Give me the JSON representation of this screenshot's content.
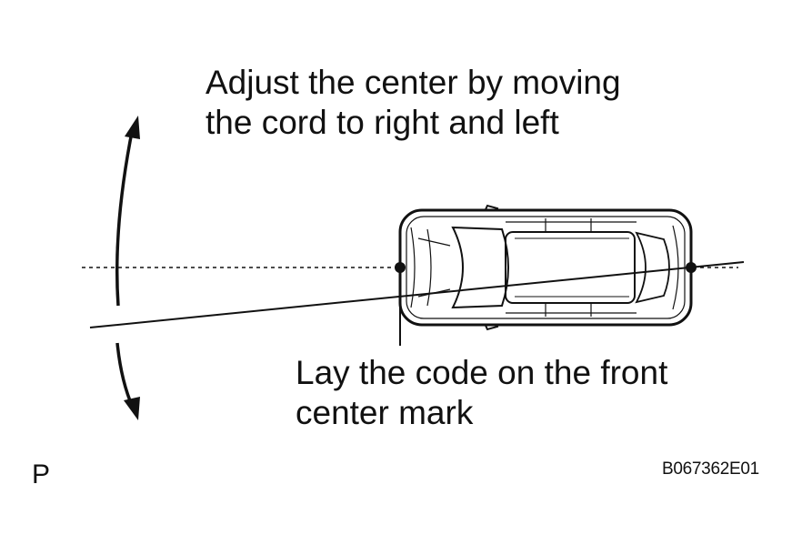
{
  "annotations": {
    "adjust_line1": "Adjust the center by moving",
    "adjust_line2": "the cord to right and left",
    "lay_line1": "Lay the code on the front",
    "lay_line2": "center mark"
  },
  "panel_letter": "P",
  "figure_code": "B067362E01",
  "icons": {
    "vehicle": "car-top-view-icon",
    "swing_arrows": "curved-double-arrow-icon"
  },
  "colors": {
    "ink": "#111111",
    "background": "#ffffff"
  }
}
